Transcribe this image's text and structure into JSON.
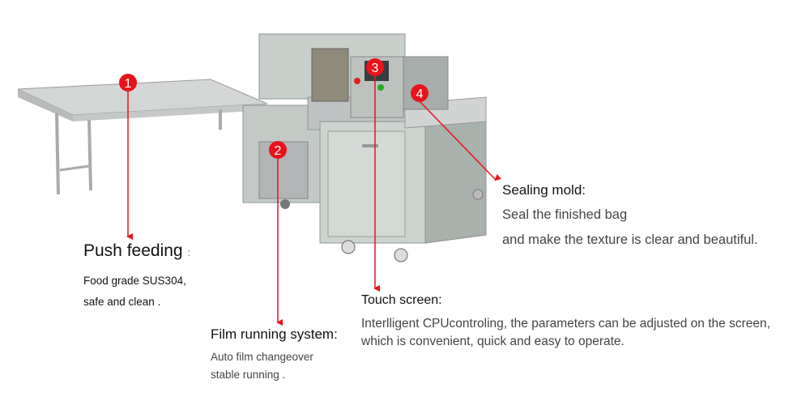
{
  "markers": [
    "1",
    "2",
    "3",
    "4"
  ],
  "accent_color": "#e8141b",
  "features": {
    "push_feeding": {
      "title": "Push feeding",
      "sep": ":",
      "lines": [
        "Food grade SUS304,",
        "safe and clean ."
      ]
    },
    "film_running": {
      "title": "Film running system:",
      "lines": [
        "Auto film changeover",
        "stable running ."
      ]
    },
    "touch_screen": {
      "title": "Touch screen:",
      "lines": [
        "Interlligent CPUcontroling, the parameters can be adjusted on the screen,",
        "which is convenient, quick and easy to operate."
      ]
    },
    "sealing_mold": {
      "title": "Sealing mold:",
      "lines": [
        "Seal the finished bag",
        "and make the texture is clear and beautiful."
      ]
    }
  }
}
